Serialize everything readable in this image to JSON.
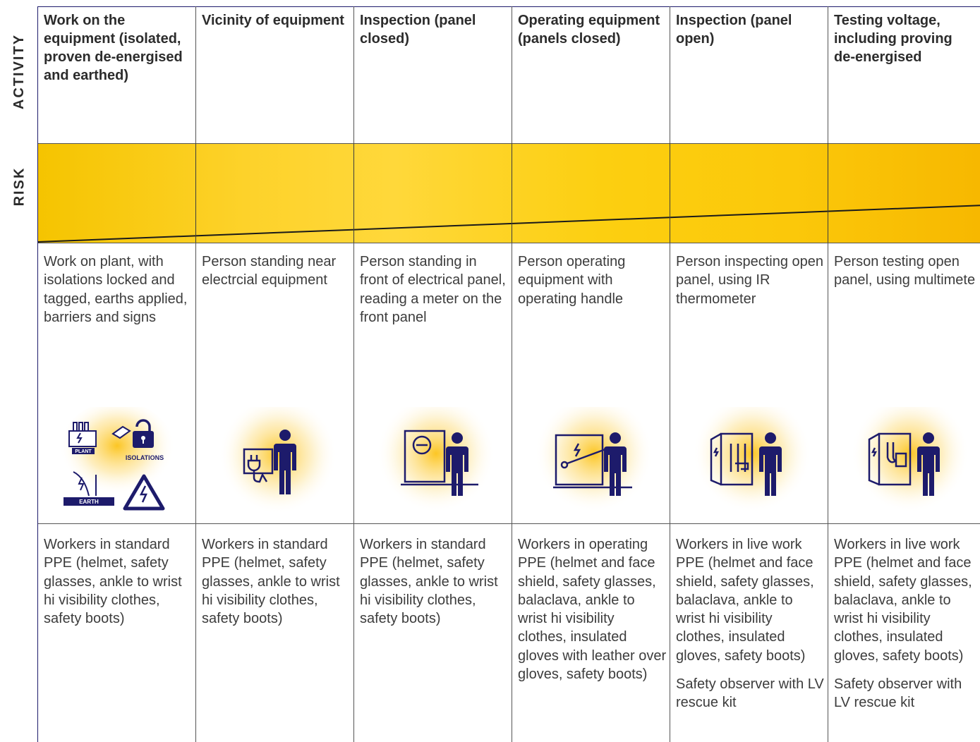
{
  "labels": {
    "activity": "ACTIVITY",
    "risk": "RISK"
  },
  "colors": {
    "risk_band_start": "#f5c400",
    "risk_band_end": "#f7b800",
    "icon_navy": "#1d1b6b",
    "glow": "#fcc318"
  },
  "risk_trend": {
    "direction": "increasing",
    "start_level": 0.0,
    "end_level": 0.37
  },
  "columns": [
    {
      "title": "Work on the equipment (isolated, proven de-energised and earthed)",
      "description": "Work on plant, with isolations locked and tagged, earths applied, barriers and signs",
      "icon": "plant-isolations-earth-warning-icons",
      "icon_labels": {
        "plant": "PLANT",
        "isolations": "ISOLATIONS",
        "earth": "EARTH"
      },
      "ppe": [
        "Workers in standard PPE (helmet, safety glasses, ankle to wrist hi visibility clothes, safety boots)"
      ]
    },
    {
      "title": "Vicinity of equipment",
      "description": "Person standing near electrcial equipment",
      "icon": "person-near-plug-icon",
      "ppe": [
        "Workers in standard PPE (helmet, safety glasses, ankle to wrist hi visibility clothes, safety boots)"
      ]
    },
    {
      "title": "Inspection (panel closed)",
      "description": "Person standing in front of electrical panel, reading a meter on the front panel",
      "icon": "person-reading-meter-icon",
      "ppe": [
        "Workers in standard PPE (helmet, safety glasses, ankle to wrist hi visibility clothes, safety boots)"
      ]
    },
    {
      "title": "Operating equipment (panels closed)",
      "description": "Person operating equipment with operating handle",
      "icon": "person-operating-handle-icon",
      "ppe": [
        "Workers in operating PPE (helmet and face shield, safety glasses, balaclava, ankle to wrist hi visibility clothes, insulated gloves with leather over gloves, safety boots)"
      ]
    },
    {
      "title": "Inspection (panel open)",
      "description": "Person inspecting open panel, using IR thermometer",
      "icon": "person-ir-thermometer-icon",
      "ppe": [
        "Workers in live work PPE (helmet and face shield, safety glasses, balaclava, ankle to wrist hi visibility clothes, insulated gloves, safety boots)",
        "Safety observer with LV rescue kit"
      ]
    },
    {
      "title": "Testing voltage, including proving de-energised",
      "description": "Person testing open panel, using multimete",
      "icon": "person-multimeter-icon",
      "ppe": [
        "Workers in live work PPE (helmet and face shield, safety glasses, balaclava, ankle to wrist hi visibility clothes, insulated gloves, safety boots)",
        "Safety observer with LV rescue kit"
      ]
    }
  ]
}
